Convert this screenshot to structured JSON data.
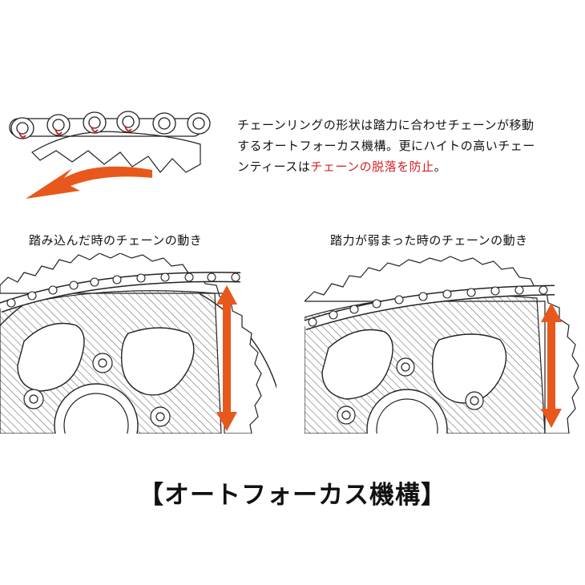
{
  "description": {
    "line1": "チェーンリングの形状は踏力に合わせチェーンが移動",
    "line2": "するオートフォーカス機構。更にハイトの高いチェー",
    "line3_pre": "ンティースは",
    "line3_highlight": "チェーンの脱落を防止",
    "line3_post": "。"
  },
  "captions": {
    "left": "踏み込んだ時のチェーンの動き",
    "right": "踏力が弱まった時のチェーンの動き"
  },
  "title": "【オートフォーカス機構】",
  "colors": {
    "accent_orange": "#e8581c",
    "highlight_red": "#d61e25",
    "line": "#222222"
  }
}
